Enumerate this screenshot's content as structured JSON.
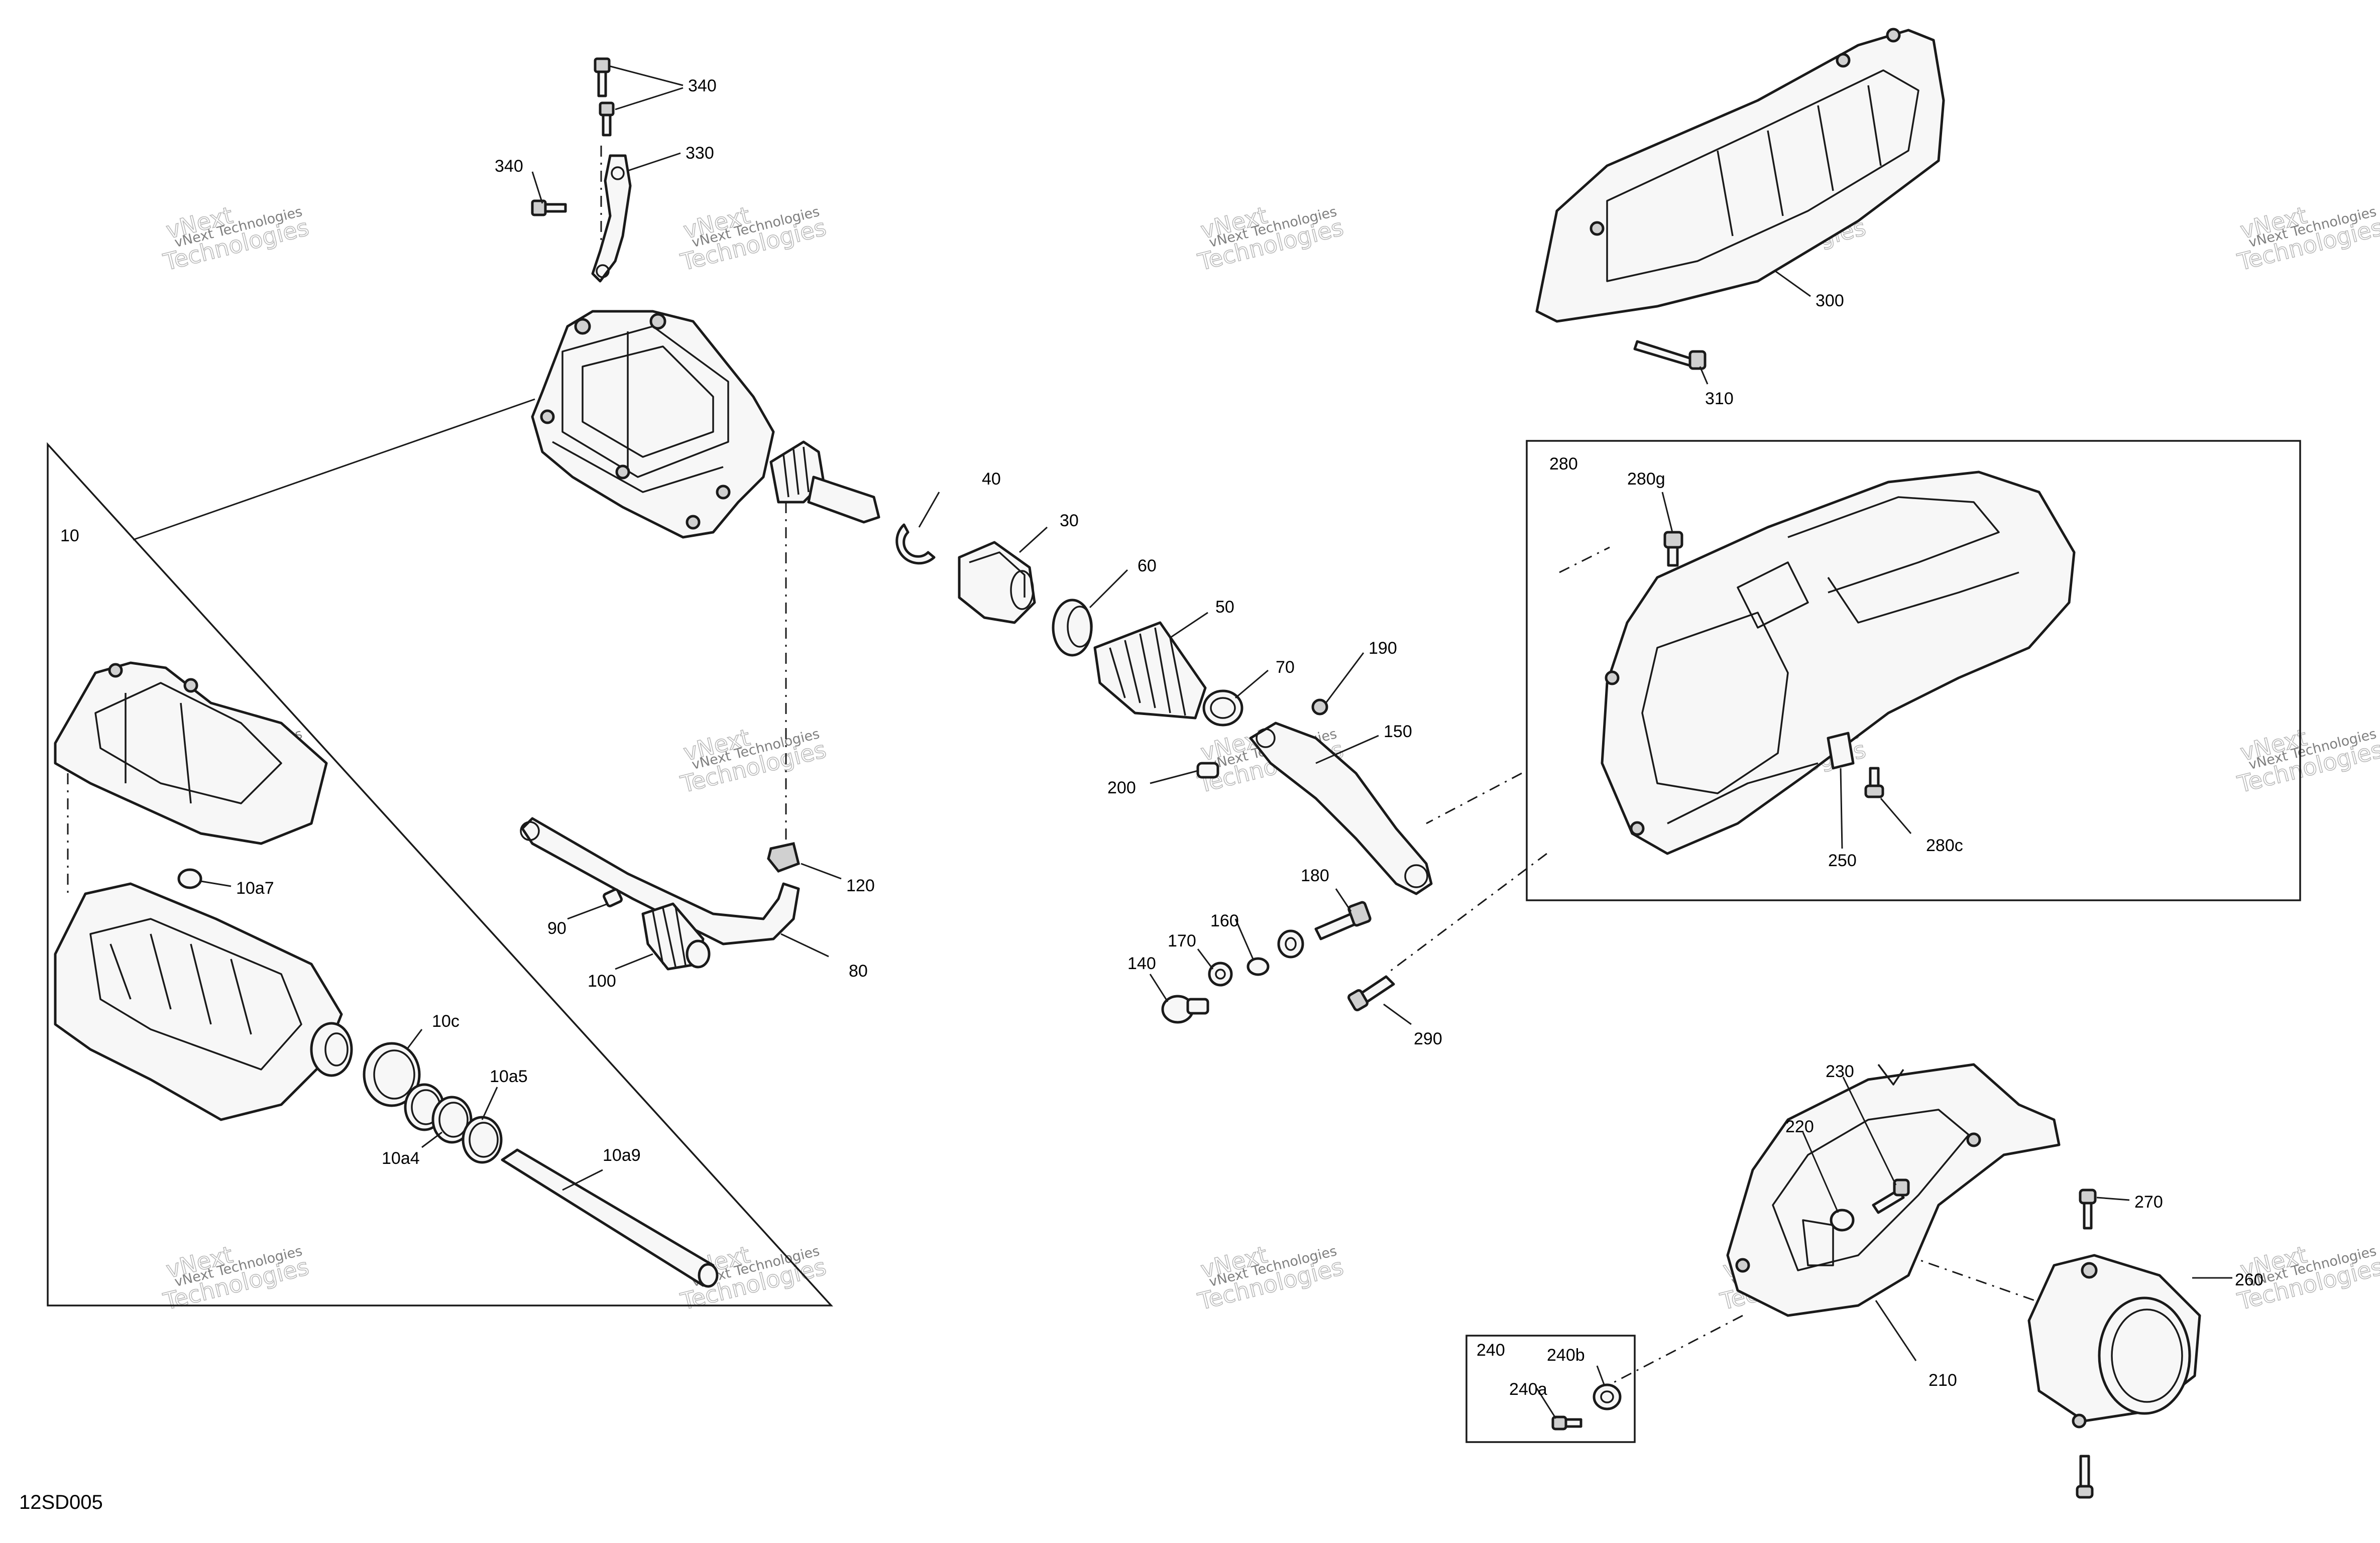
{
  "diagram_code": "12SD005",
  "watermark": {
    "small": "vNext Technologies",
    "big_line1": "vNext",
    "big_line2": "Technologies"
  },
  "callouts": {
    "c340a": "340",
    "c340b": "340",
    "c330": "330",
    "c300": "300",
    "c310": "310",
    "c280": "280",
    "c280g": "280g",
    "c280c": "280c",
    "c250": "250",
    "c40": "40",
    "c30": "30",
    "c60": "60",
    "c50": "50",
    "c70": "70",
    "c190": "190",
    "c150": "150",
    "c200": "200",
    "c10": "10",
    "c10a7": "10a7",
    "c10c": "10c",
    "c10a5": "10a5",
    "c10a4": "10a4",
    "c10a9": "10a9",
    "c120": "120",
    "c90": "90",
    "c80": "80",
    "c100": "100",
    "c180": "180",
    "c170": "170",
    "c160": "160",
    "c140": "140",
    "c290": "290",
    "c230": "230",
    "c220": "220",
    "c270": "270",
    "c260": "260",
    "c210": "210",
    "c240": "240",
    "c240b": "240b",
    "c240a": "240a"
  }
}
